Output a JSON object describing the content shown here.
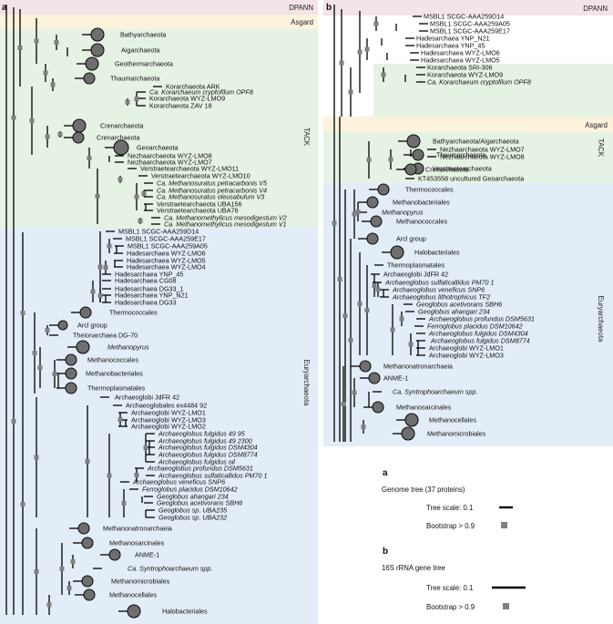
{
  "panel_a": {
    "label": "a",
    "groups": {
      "dpann": "DPANN",
      "asgard": "Asgard",
      "tack": "TACK",
      "eury": "Euryarchaeota"
    },
    "leaves": [
      {
        "text": "Bathyarchaeota",
        "color": "#111111"
      },
      {
        "text": "Aigarchaeota",
        "color": "#111111"
      },
      {
        "text": "Geothermarchaeota",
        "color": "#111111"
      },
      {
        "text": "Thaumarchaeota",
        "color": "#111111"
      },
      {
        "text": "Korarchaeota ARK",
        "color": "#111111"
      },
      {
        "text": "Ca. Korarchaeum cryptofilum OPF8",
        "color": "#111111"
      },
      {
        "text": "Korarchaeota WYZ-LMO9",
        "color": "#1f4fc8"
      },
      {
        "text": "Korarchaeota ZAV 18",
        "color": "#111111"
      },
      {
        "text": "Crenarchaeota",
        "color": "#111111"
      },
      {
        "text": "Crenarchaeota",
        "color": "#111111"
      },
      {
        "text": "Geoarchaeota",
        "color": "#111111"
      },
      {
        "text": "Nezhaarchaeota WYZ-LMO8",
        "color": "#e0211c"
      },
      {
        "text": "Nezhaarchaeota WYZ-LMO7",
        "color": "#e0211c"
      },
      {
        "text": "Verstraetearchaeota WYZ-LMO11",
        "color": "#b02ad8"
      },
      {
        "text": "Verstraetearchaeota WYZ-LMO10",
        "color": "#b02ad8"
      },
      {
        "text": "Ca. Methanosuratus petracarbonis V5",
        "color": "#111111"
      },
      {
        "text": "Ca. Methanosuratus petracarbonis V4",
        "color": "#111111"
      },
      {
        "text": "Ca. Methanosuratus oleusabulum V3",
        "color": "#111111"
      },
      {
        "text": "Verstraetearchaeota UBA156",
        "color": "#111111"
      },
      {
        "text": "Verstraetearchaeota UBA76",
        "color": "#111111"
      },
      {
        "text": "Ca. Methanomethylicus mesodigestum V2",
        "color": "#111111"
      },
      {
        "text": "Ca. Methanomethylicus mesodigestum V1",
        "color": "#111111"
      },
      {
        "text": "MSBL1 SCGC-AAA259D14",
        "color": "#111111"
      },
      {
        "text": "MSBL1 SCGC-AAA259E17",
        "color": "#111111"
      },
      {
        "text": "MSBL1 SCGC-AAA259A05",
        "color": "#111111"
      },
      {
        "text": "Hadesarchaea WYZ-LMO6",
        "color": "#2e9a3a"
      },
      {
        "text": "Hadesarchaea WYZ-LMO5",
        "color": "#2e9a3a"
      },
      {
        "text": "Hadesarchaea WYZ-LMO4",
        "color": "#2e9a3a"
      },
      {
        "text": "Hadesarchaea YNP_45",
        "color": "#111111"
      },
      {
        "text": "Hadesarchaea CG08",
        "color": "#111111"
      },
      {
        "text": "Hadesarchaea DG33_1",
        "color": "#111111"
      },
      {
        "text": "Hadesarchaea YNP_N21",
        "color": "#111111"
      },
      {
        "text": "Hadesarchaea DG33",
        "color": "#111111"
      },
      {
        "text": "Thermococcales",
        "color": "#111111"
      },
      {
        "text": "Arcl group",
        "color": "#111111"
      },
      {
        "text": "Theionarchaea DG-70",
        "color": "#111111"
      },
      {
        "text": "Methanopyrus",
        "color": "#111111"
      },
      {
        "text": "Methanococcales",
        "color": "#111111"
      },
      {
        "text": "Methanobacteriales",
        "color": "#111111"
      },
      {
        "text": "Thermoplasmatales",
        "color": "#111111"
      },
      {
        "text": "Archaeoglobi JdFR 42",
        "color": "#ef7b1c"
      },
      {
        "text": "Archaeoglobales ex4484 92",
        "color": "#111111"
      },
      {
        "text": "Archaeoglobi WYZ-LMO1",
        "color": "#ef7b1c"
      },
      {
        "text": "Archaeoglobi WYZ-LMO3",
        "color": "#ef7b1c"
      },
      {
        "text": "Archaeoglobi WYZ-LMO2",
        "color": "#ef7b1c"
      },
      {
        "text": "Archaeoglobus fulgidus 49 95",
        "color": "#111111"
      },
      {
        "text": "Archaeoglobus fulgidus 49 2300",
        "color": "#111111"
      },
      {
        "text": "Archaeoglobus fulgidus DSM4304",
        "color": "#111111"
      },
      {
        "text": "Archaeoglobus fulgidus DSM8774",
        "color": "#111111"
      },
      {
        "text": "Archaeoglobus fulgidus oil",
        "color": "#111111"
      },
      {
        "text": "Archaeoglobus profundus DSM5631",
        "color": "#111111"
      },
      {
        "text": "Archaeoglobus sulfaticallidus PM70 1",
        "color": "#111111"
      },
      {
        "text": "Archaeoglobus veneficus SNP6",
        "color": "#111111"
      },
      {
        "text": "Ferroglobus placidus DSM10642",
        "color": "#111111"
      },
      {
        "text": "Geoglobus ahangari 234",
        "color": "#111111"
      },
      {
        "text": "Geoglobus acetivorans SBH6",
        "color": "#111111"
      },
      {
        "text": "Geoglobus sp. UBA235",
        "color": "#111111"
      },
      {
        "text": "Geoglobus sp. UBA232",
        "color": "#111111"
      },
      {
        "text": "Methanonatronarchaeia",
        "color": "#111111"
      },
      {
        "text": "Methanosarcinales",
        "color": "#111111"
      },
      {
        "text": "ANME-1",
        "color": "#111111"
      },
      {
        "text": "Ca. Syntrophoarchaeum spp.",
        "color": "#111111"
      },
      {
        "text": "Methanomicrobiales",
        "color": "#111111"
      },
      {
        "text": "Methanocellales",
        "color": "#111111"
      },
      {
        "text": "Halobacteriales",
        "color": "#111111"
      }
    ]
  },
  "panel_b": {
    "label": "b",
    "groups": {
      "dpann": "DPANN",
      "asgard": "Asgard",
      "tack": "TACK",
      "eury": "Euryarchaeota"
    },
    "leaves": [
      {
        "text": "MSBL1 SCGC-AAA259D14",
        "color": "#111111"
      },
      {
        "text": "MSBL1 SCGC-AAA259A05",
        "color": "#111111"
      },
      {
        "text": "MSBL1 SCGC-AAA259E17",
        "color": "#111111"
      },
      {
        "text": "Hadesarchaea YNP_N21",
        "color": "#111111"
      },
      {
        "text": "Hadesarchaea YNP_45",
        "color": "#111111"
      },
      {
        "text": "Hadesarchaea WYZ-LMO6",
        "color": "#2e9a3a"
      },
      {
        "text": "Hadesarchaea WYZ-LMO5",
        "color": "#2e9a3a"
      },
      {
        "text": "Korarchaeota SRI-306",
        "color": "#111111"
      },
      {
        "text": "Korarchaeota WYZ-LMO9",
        "color": "#1f4fc8"
      },
      {
        "text": "Ca. Korarchaeum cryptofilum OPF8",
        "color": "#111111"
      },
      {
        "text": "Bathyarchaeota/Aigarchaeota",
        "color": "#111111"
      },
      {
        "text": "Thaumarchaeota",
        "color": "#111111"
      },
      {
        "text": "Verstraetearchaeota",
        "color": "#111111"
      },
      {
        "text": "Nezhaarchaeota WYZ-LMO7",
        "color": "#e0211c"
      },
      {
        "text": "Nezhaarchaeota WYZ-LMO8",
        "color": "#e0211c"
      },
      {
        "text": "Crenarchaeota",
        "color": "#111111"
      },
      {
        "text": "KT453558 uncultured Geoarchaeota",
        "color": "#111111"
      },
      {
        "text": "Thermococcales",
        "color": "#111111"
      },
      {
        "text": "Methanobacteriales",
        "color": "#111111"
      },
      {
        "text": "Methanopyrus",
        "color": "#111111"
      },
      {
        "text": "Methanococcales",
        "color": "#111111"
      },
      {
        "text": "Arcl group",
        "color": "#111111"
      },
      {
        "text": "Halobacteriales",
        "color": "#111111"
      },
      {
        "text": "Thermoplasmatales",
        "color": "#111111"
      },
      {
        "text": "Archaeoglobi JdFR 42",
        "color": "#ef7b1c"
      },
      {
        "text": "Archaeoglobus sulfaticallidus PM70 1",
        "color": "#111111"
      },
      {
        "text": "Archaeoglobus veneficus SNP6",
        "color": "#111111"
      },
      {
        "text": "Archaeoglobus lithotrophicus TF2",
        "color": "#111111"
      },
      {
        "text": "Geoglobus acetivorans SBH6",
        "color": "#111111"
      },
      {
        "text": "Geoglobus ahangari 234",
        "color": "#111111"
      },
      {
        "text": "Archaeoglobus profundus DSM5631",
        "color": "#111111"
      },
      {
        "text": "Ferroglobus placidus DSM10642",
        "color": "#111111"
      },
      {
        "text": "Archaeoglobus fulgidus DSM4304",
        "color": "#111111"
      },
      {
        "text": "Archaeoglobus fulgidus DSM8774",
        "color": "#111111"
      },
      {
        "text": "Archaeoglobi WYZ-LMO1",
        "color": "#ef7b1c"
      },
      {
        "text": "Archaeoglobi WYZ-LMO3",
        "color": "#ef7b1c"
      },
      {
        "text": "Methanonatronarchaeia",
        "color": "#111111"
      },
      {
        "text": "ANME-1",
        "color": "#111111"
      },
      {
        "text": "Ca. Syntrophoarchaeum spp.",
        "color": "#111111"
      },
      {
        "text": "Methanosarcinales",
        "color": "#111111"
      },
      {
        "text": "Methanocellales",
        "color": "#111111"
      },
      {
        "text": "Methanomicrobiales",
        "color": "#111111"
      }
    ]
  },
  "legend": {
    "a": {
      "label": "a",
      "title": "Genome tree (37 proteins)",
      "scale": "Tree scale: 0.1",
      "bootstrap": "Bootstrap > 0.9"
    },
    "b": {
      "label": "b",
      "title": "16S rRNA gene tree",
      "scale": "Tree scale: 0.1",
      "bootstrap": "Bootstrap > 0.9"
    }
  },
  "colors": {
    "dpann_band": "#f3e4e7",
    "asgard_band": "#fbf3dc",
    "tack_band": "#e6f2e4",
    "eury_band": "#e3edf7",
    "bootstrap_square": "#808080",
    "collapsed_node": "#6e6e6e"
  }
}
